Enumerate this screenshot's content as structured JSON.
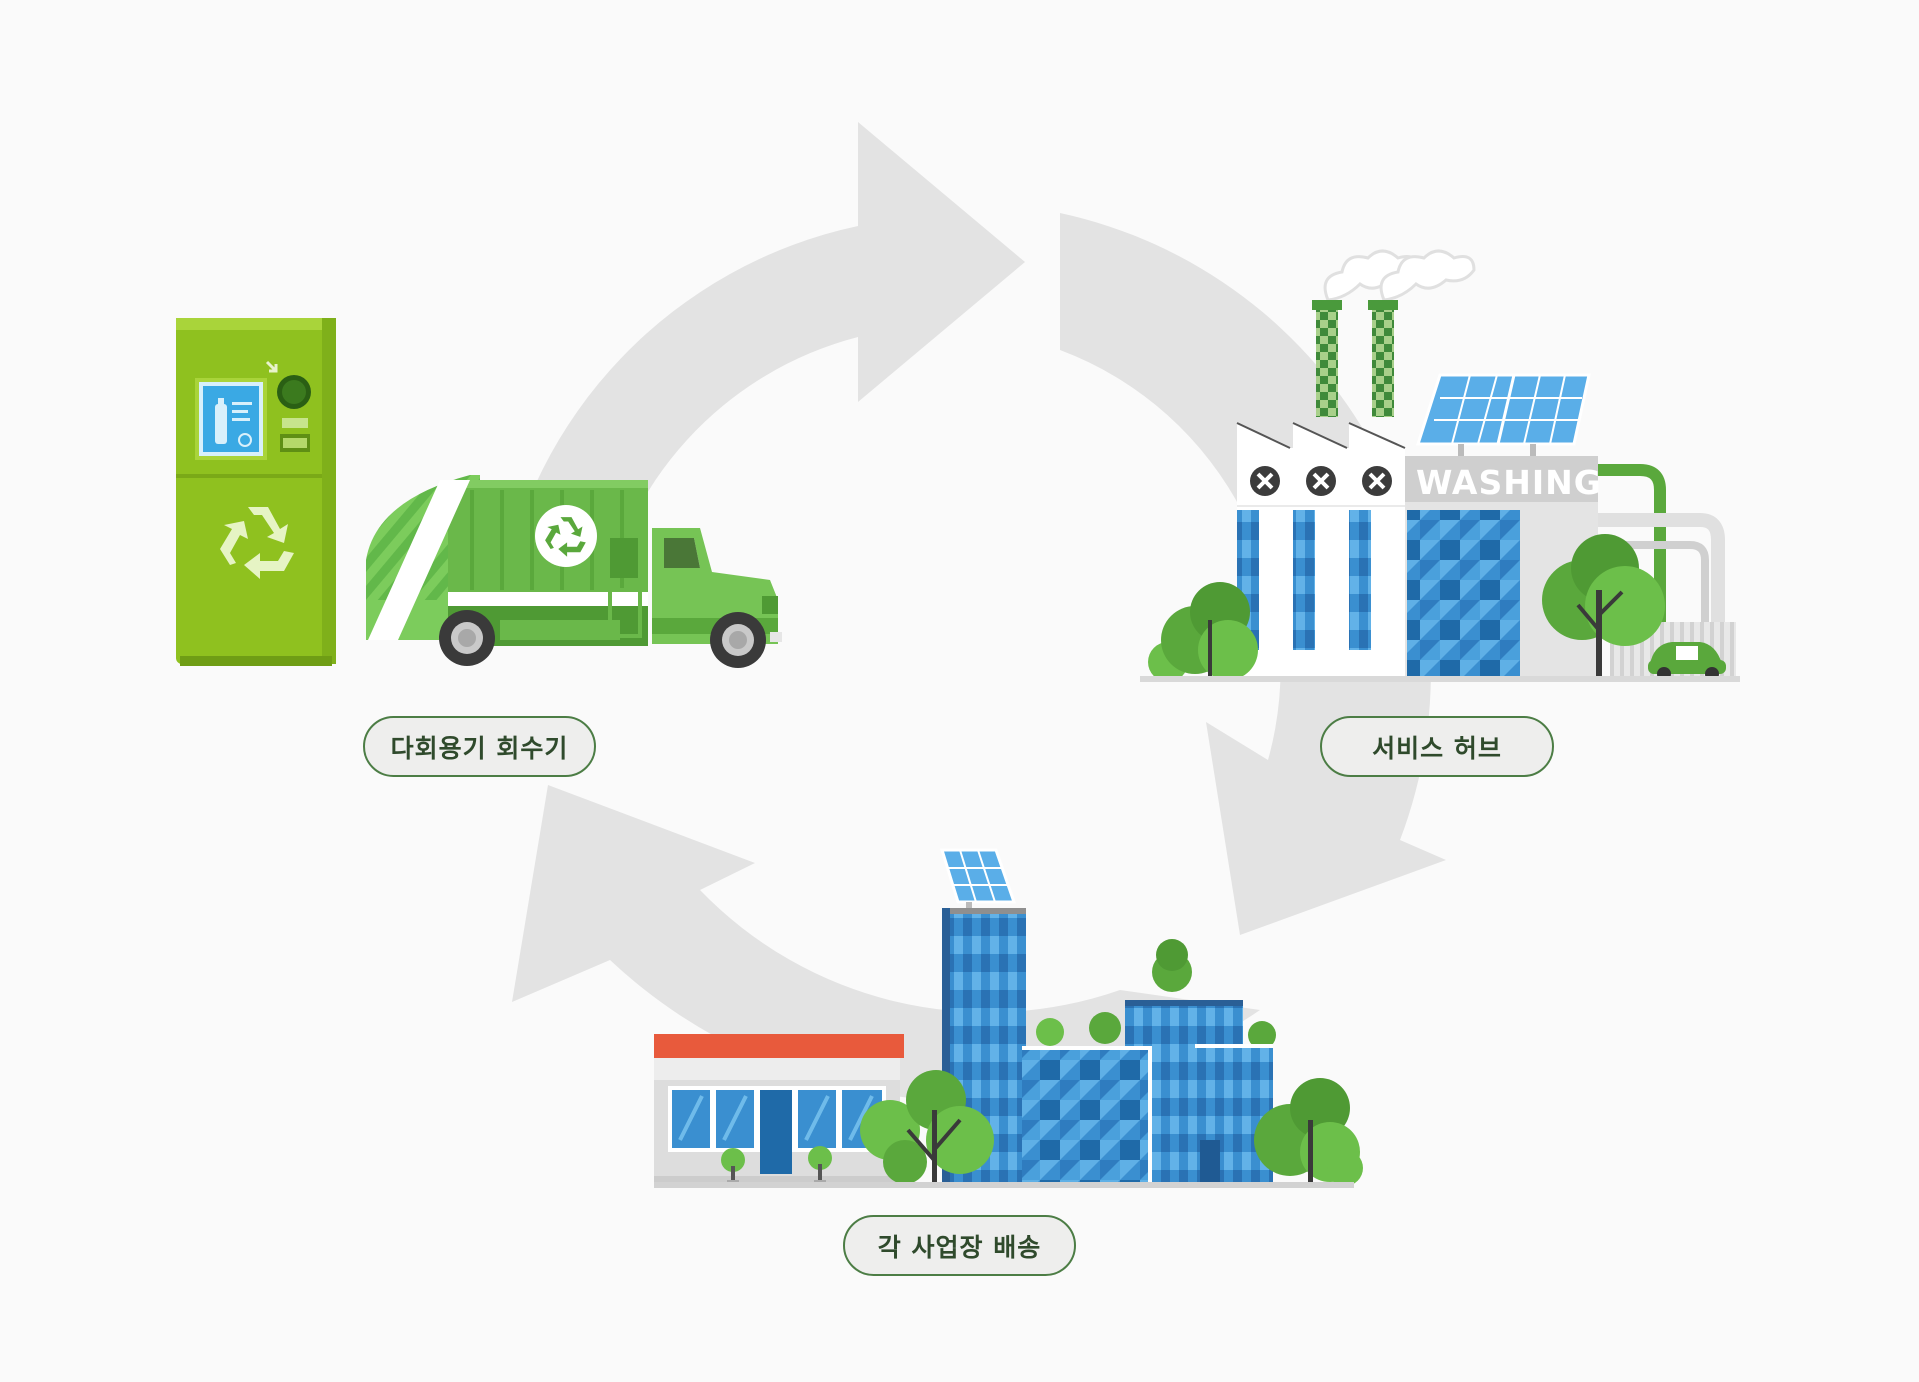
{
  "diagram": {
    "nodes": [
      {
        "id": "kiosk",
        "label": "다회용기 회수기"
      },
      {
        "id": "hub",
        "label": "서비스 허브",
        "sign": "WASHING"
      },
      {
        "id": "delivery",
        "label": "각 사업장 배송"
      }
    ],
    "flow": [
      "kiosk",
      "hub",
      "delivery",
      "kiosk"
    ]
  },
  "colors": {
    "background": "#fafafa",
    "arrow": "#e3e3e3",
    "green_primary": "#6cbf4a",
    "green_dark": "#3f8a3a",
    "blue_glass": "#3a8fd0",
    "label_border": "#4c7d45",
    "label_text": "#2f4a2c",
    "roof_red": "#e85a3c"
  },
  "icons": [
    "recycle-icon",
    "bottle-icon",
    "solar-panel-icon",
    "tree-icon",
    "smoke-icon",
    "fan-icon",
    "car-icon"
  ]
}
